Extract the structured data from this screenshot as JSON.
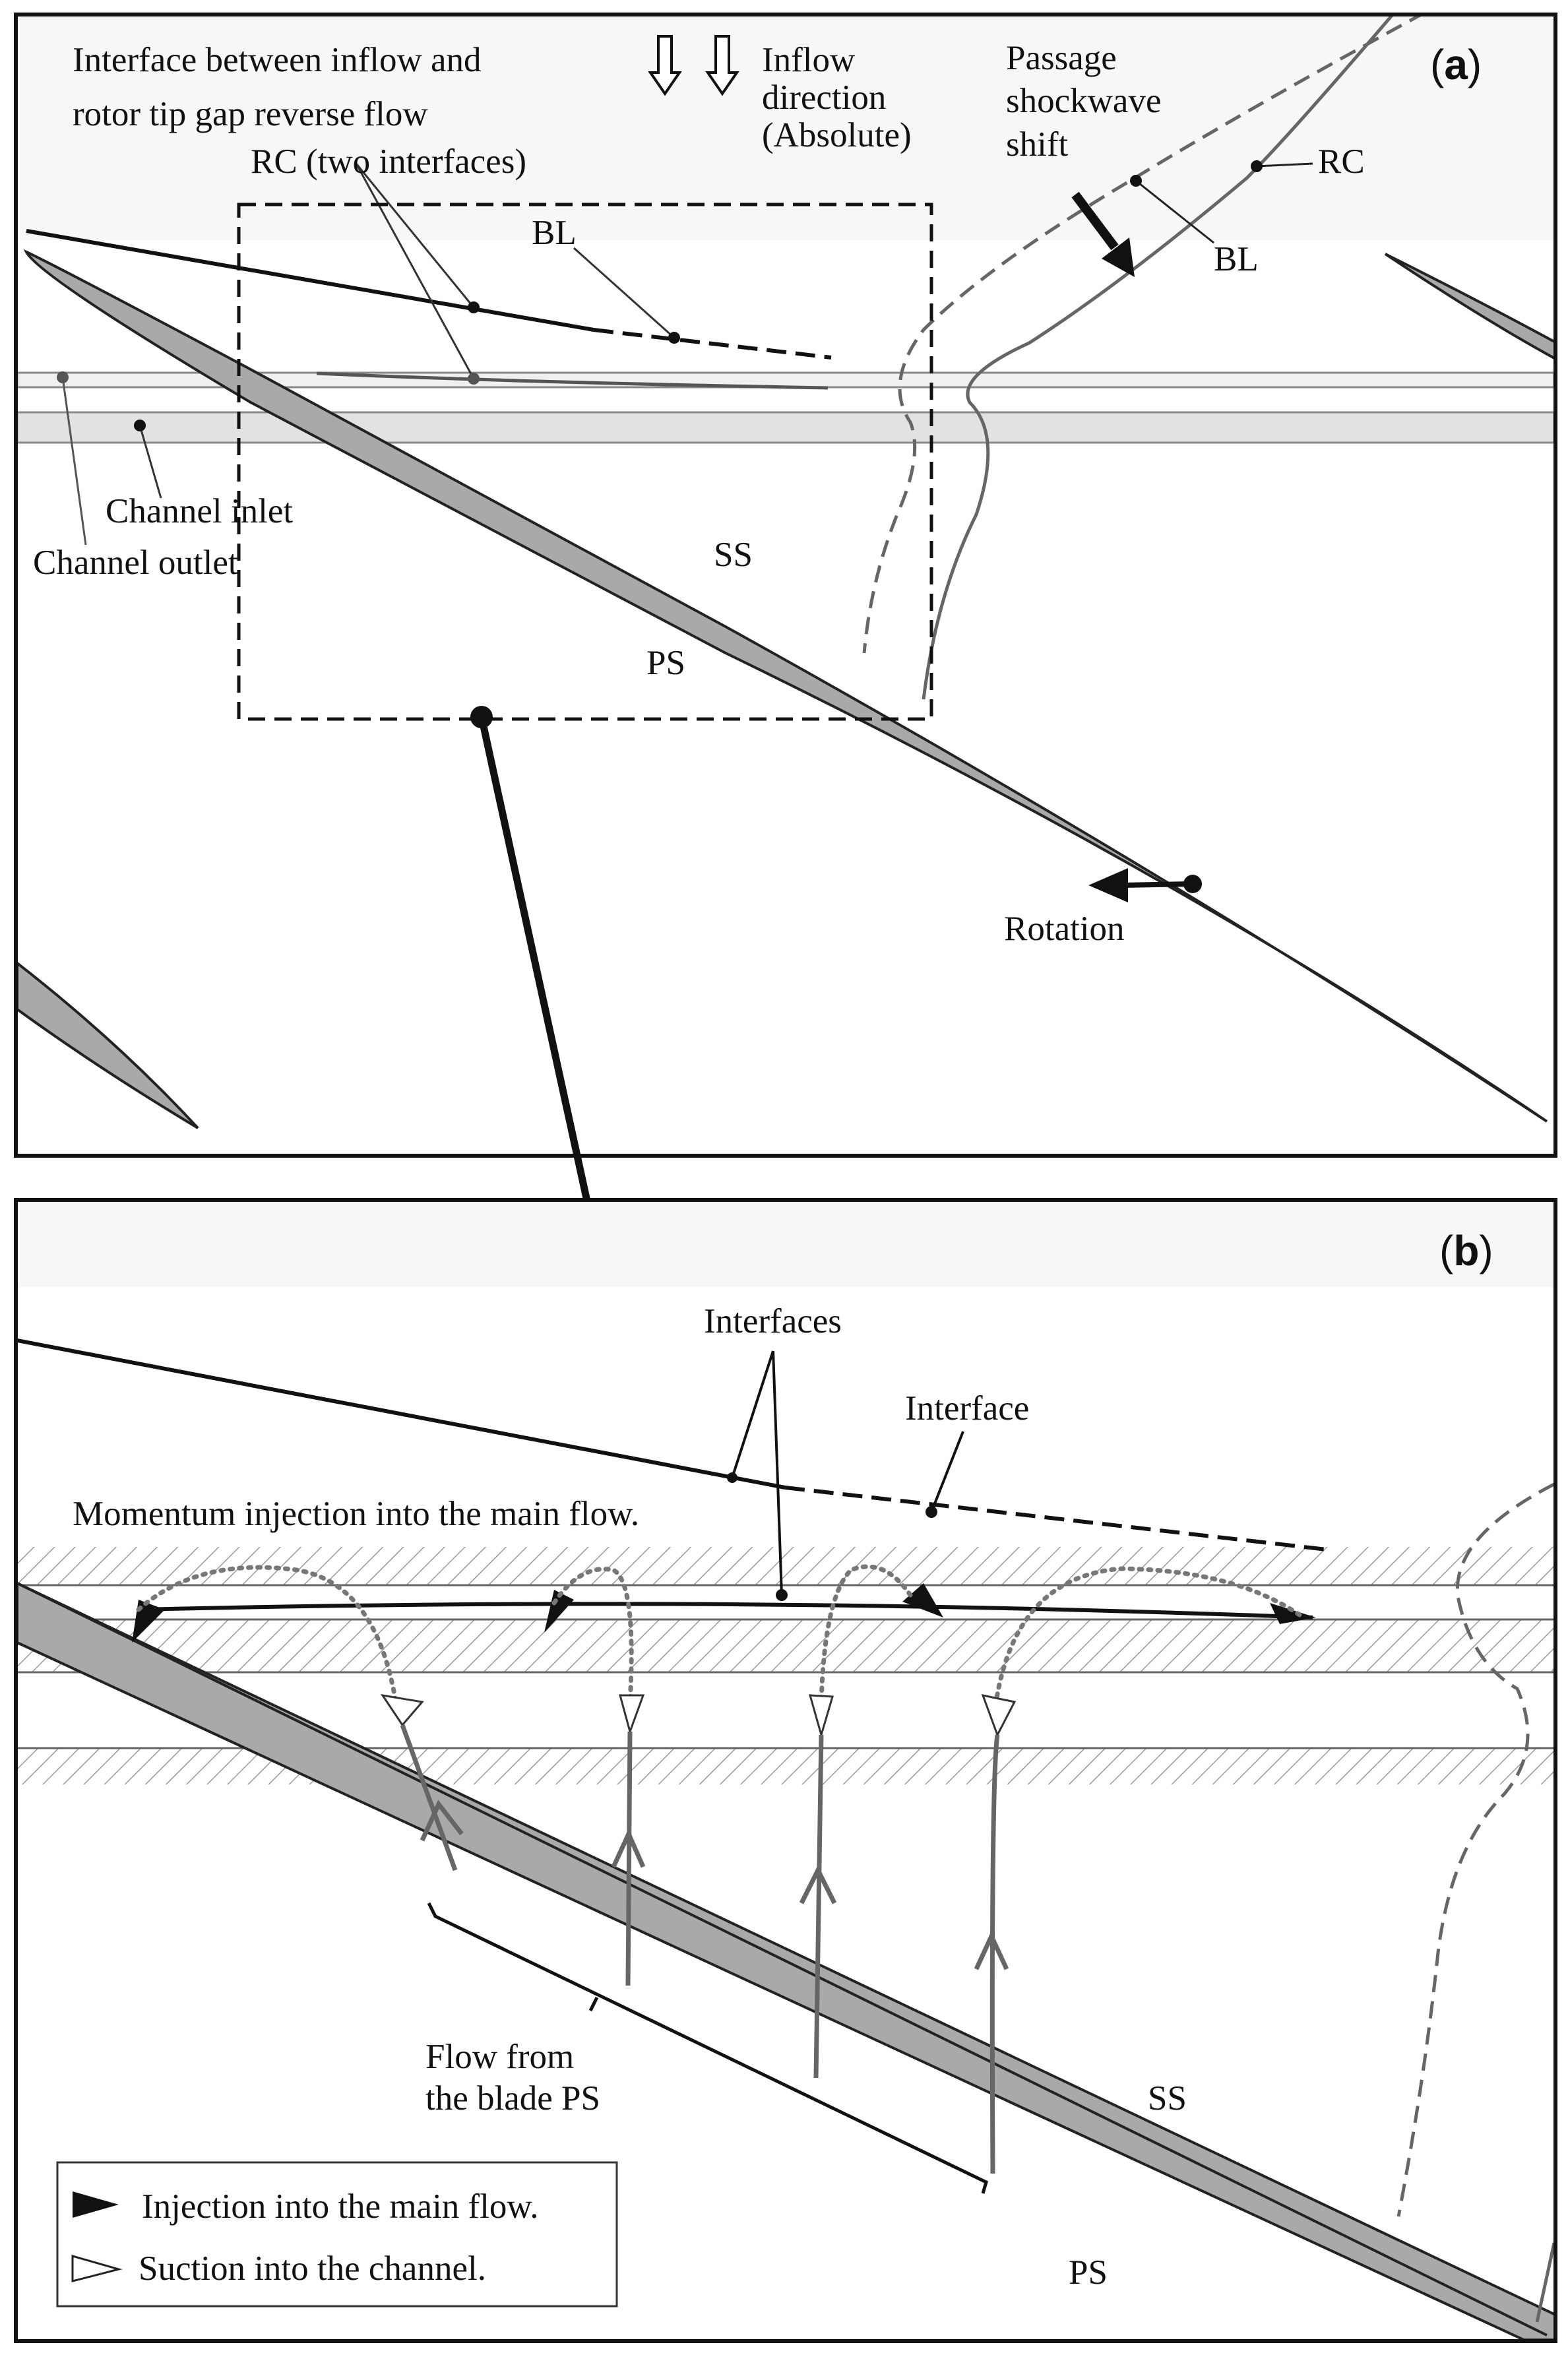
{
  "panel_a": {
    "tag_open": "(",
    "tag_letter": "a",
    "tag_close": ")",
    "interface_title_line1": "Interface between inflow and",
    "interface_title_line2": "rotor tip gap reverse flow",
    "rc_label": "RC (two interfaces)",
    "bl_label": "BL",
    "inflow_line1": "Inflow",
    "inflow_line2": "direction",
    "inflow_line3": "(Absolute)",
    "shock_line1": "Passage",
    "shock_line2": "shockwave",
    "shock_line3": "shift",
    "shock_rc_label": "RC",
    "shock_bl_label": "BL",
    "channel_inlet": "Channel inlet",
    "channel_outlet": "Channel outlet",
    "ss_label": "SS",
    "ps_label": "PS",
    "rotation_label": "Rotation"
  },
  "panel_b": {
    "tag_open": "(",
    "tag_letter": "b",
    "tag_close": ")",
    "interfaces_label": "Interfaces",
    "interface_label": "Interface",
    "momentum_label": "Momentum injection into the main flow.",
    "flow_line1": "Flow from",
    "flow_line2": "the blade PS",
    "ss_label": "SS",
    "ps_label": "PS",
    "legend_injection": "Injection into the main flow.",
    "legend_suction": "Suction into the channel."
  },
  "colors": {
    "blade_fill": "#a9a9a9",
    "interface_gray": "#666666",
    "header_band": "#f7f7f7"
  }
}
